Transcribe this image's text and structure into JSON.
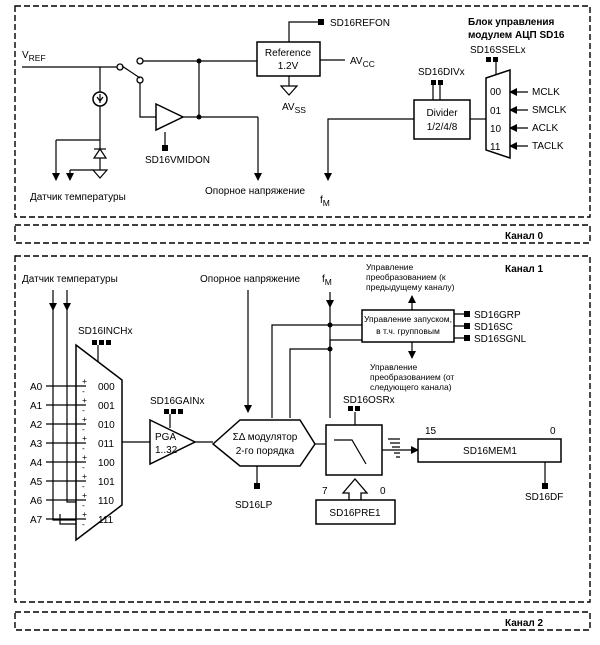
{
  "top_block": {
    "title_line1": "Блок управления",
    "title_line2": "модулем АЦП SD16",
    "vref_main": "V",
    "vref_sub": "REF",
    "sd16refon": "SD16REFON",
    "reference_line1": "Reference",
    "reference_line2": "1.2V",
    "avcc_main": "AV",
    "avcc_sub": "CC",
    "avss_main": "AV",
    "avss_sub": "SS",
    "sd16vmidon": "SD16VMIDON",
    "ref_voltage_label": "Опорное напряжение",
    "temp_sensor_label": "Датчик температуры",
    "sd16divx": "SD16DIVx",
    "divider_line1": "Divider",
    "divider_line2": "1/2/4/8",
    "fm_main": "f",
    "fm_sub": "M",
    "sd16sselx": "SD16SSELx",
    "mux_codes": [
      "00",
      "01",
      "10",
      "11"
    ],
    "clock_sources": [
      "MCLK",
      "SMCLK",
      "ACLK",
      "TACLK"
    ]
  },
  "channel0": {
    "label": "Канал 0"
  },
  "channel1": {
    "label": "Канал 1",
    "temp_sensor_label": "Датчик температуры",
    "ref_voltage_label": "Опорное напряжение",
    "fm_main": "f",
    "fm_sub": "M",
    "control_prev_line1": "Управление",
    "control_prev_line2": "преобразованием (к",
    "control_prev_line3": "предыдущему каналу)",
    "start_ctrl_line1": "Управление запуском,",
    "start_ctrl_line2": "в т.ч. групповым",
    "control_signals": [
      "SD16GRP",
      "SD16SC",
      "SD16SGNL"
    ],
    "control_next_line1": "Управление",
    "control_next_line2": "преобразованием (от",
    "control_next_line3": "следующего канала)",
    "sd16inchx": "SD16INCHx",
    "inputs": [
      "A0",
      "A1",
      "A2",
      "A3",
      "A4",
      "A5",
      "A6",
      "A7"
    ],
    "input_codes": [
      "000",
      "001",
      "010",
      "011",
      "100",
      "101",
      "110",
      "111"
    ],
    "sd16gainx": "SD16GAINx",
    "pga_line1": "PGA",
    "pga_line2": "1..32",
    "modulator_line1": "ΣΔ модулятор",
    "modulator_line2": "2-го порядка",
    "sd16lp": "SD16LP",
    "sd16osrx": "SD16OSRx",
    "pre_bit_hi": "7",
    "pre_bit_lo": "0",
    "sd16pre1": "SD16PRE1",
    "mem_bit_hi": "15",
    "mem_bit_lo": "0",
    "sd16mem1": "SD16MEM1",
    "sd16df": "SD16DF"
  },
  "channel2": {
    "label": "Канал 2"
  }
}
